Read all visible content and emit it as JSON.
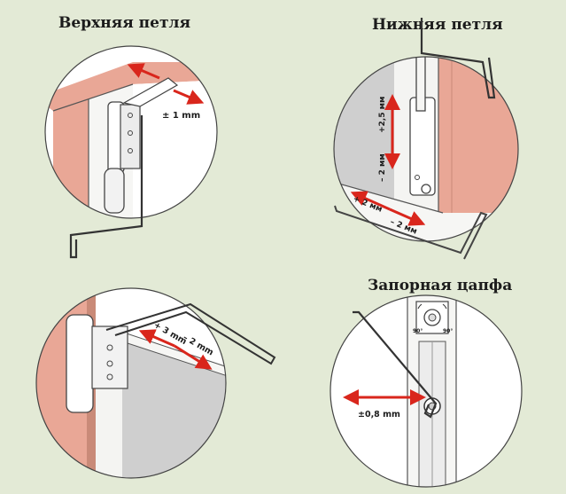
{
  "titles": {
    "top_hinge": "Верхняя петля",
    "bottom_hinge": "Нижняя петля",
    "locking_pin": "Запорная цапфа"
  },
  "labels": {
    "top_hinge_adjust": "± 1 mm",
    "bottom_up": "+2,5 мм",
    "bottom_down": "– 2 мм",
    "bottom_plus2": "+ 2 мм",
    "bottom_minus2": "– 2 мм",
    "side_plus3": "+ 3 mm",
    "side_minus2": "– 2 mm",
    "pin_adjust": "±0,8 mm",
    "pin_left_angle": "90°",
    "pin_right_angle": "90°"
  },
  "colors": {
    "background": "#e3ead6",
    "frame_pink": "#e9a796",
    "frame_dark": "#c98a78",
    "arrow_red": "#d9261c",
    "metal": "#f4f4f2",
    "glass_grey": "#cfcfcf"
  }
}
